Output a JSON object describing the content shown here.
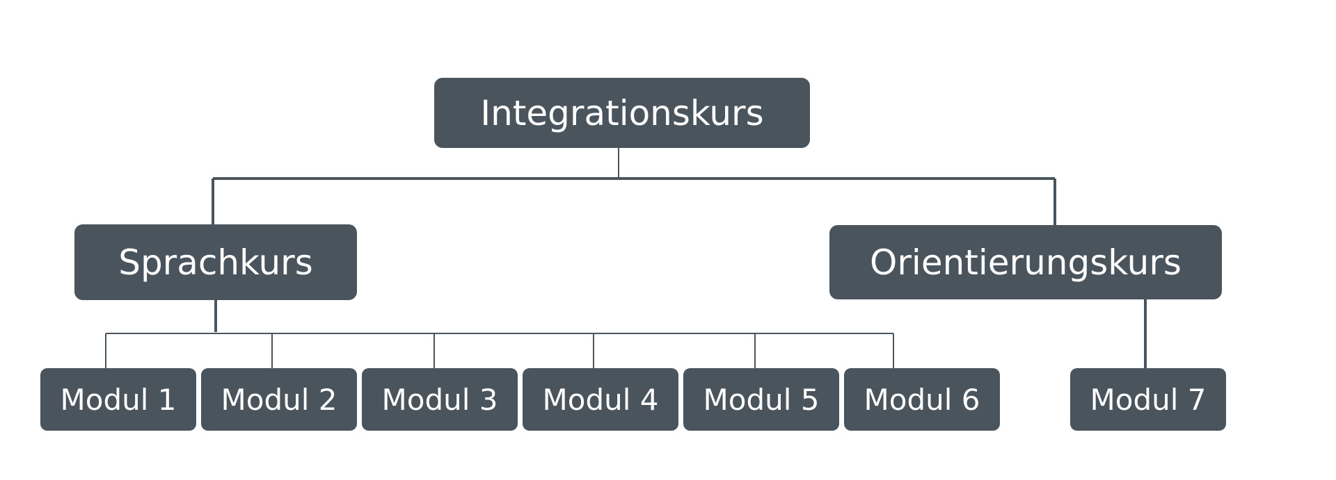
{
  "diagram": {
    "colors": {
      "node_fill": "#4a545c",
      "node_text": "#ffffff",
      "connector": "#4a545c",
      "background": "#ffffff"
    },
    "root": {
      "label": "Integrationskurs"
    },
    "branches": [
      {
        "label": "Sprachkurs",
        "modules": [
          "Modul 1",
          "Modul 2",
          "Modul 3",
          "Modul 4",
          "Modul 5",
          "Modul 6"
        ]
      },
      {
        "label": "Orientierungskurs",
        "modules": [
          "Modul 7"
        ]
      }
    ]
  }
}
